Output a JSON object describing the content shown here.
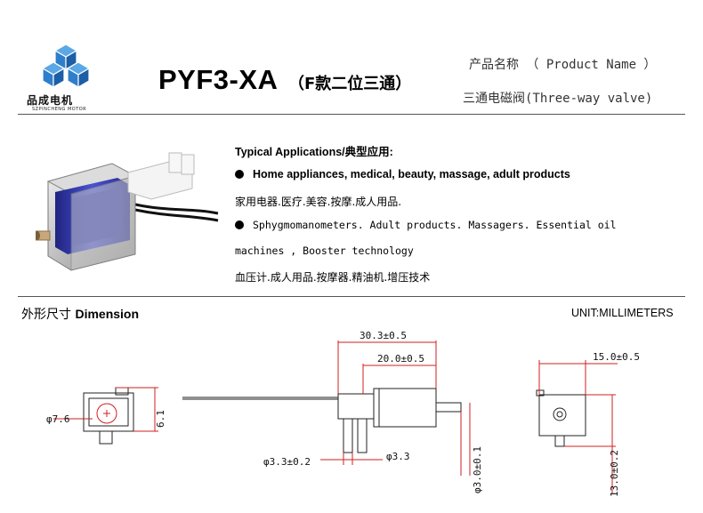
{
  "header": {
    "brand_cn": "品成电机",
    "brand_en": "SZPINCHENG MOTOR",
    "model": "PYF3-XA",
    "model_suffix": "（F款二位三通）",
    "product_name_label": "产品名称 （ Product Name ）",
    "product_type": "三通电磁阀(Three-way valve)"
  },
  "applications": {
    "heading": "Typical Applications/典型应用:",
    "item1_en": "Home appliances, medical, beauty, massage, adult products",
    "item1_cn": "家用电器.医疗.美容.按摩.成人用品.",
    "item2_en_a": "Sphygmomanometers. Adult products. Massagers. Essential oil",
    "item2_en_b": "machines , Booster technology",
    "item2_cn": "血压计.成人用品.按摩器.精油机.增压技术"
  },
  "dimension": {
    "title_cn": "外形尺寸",
    "title_en": "Dimension",
    "unit": "UNIT:MILLIMETERS",
    "labels": {
      "d_port": "φ7.6",
      "h_port": "6.1",
      "len_total": "30.3±0.5",
      "len_body": "20.0±0.5",
      "d_inlet": "φ3.3±0.2",
      "d_inlet2": "φ3.3",
      "d_outlet": "φ3.0±0.1",
      "width": "15.0±0.5",
      "height": "13.0±0.2"
    }
  },
  "colors": {
    "rule": "#555555",
    "coil": "#3a3fb0",
    "dim_red": "#d21f1f",
    "logo_blue": "#2f7ecb"
  }
}
